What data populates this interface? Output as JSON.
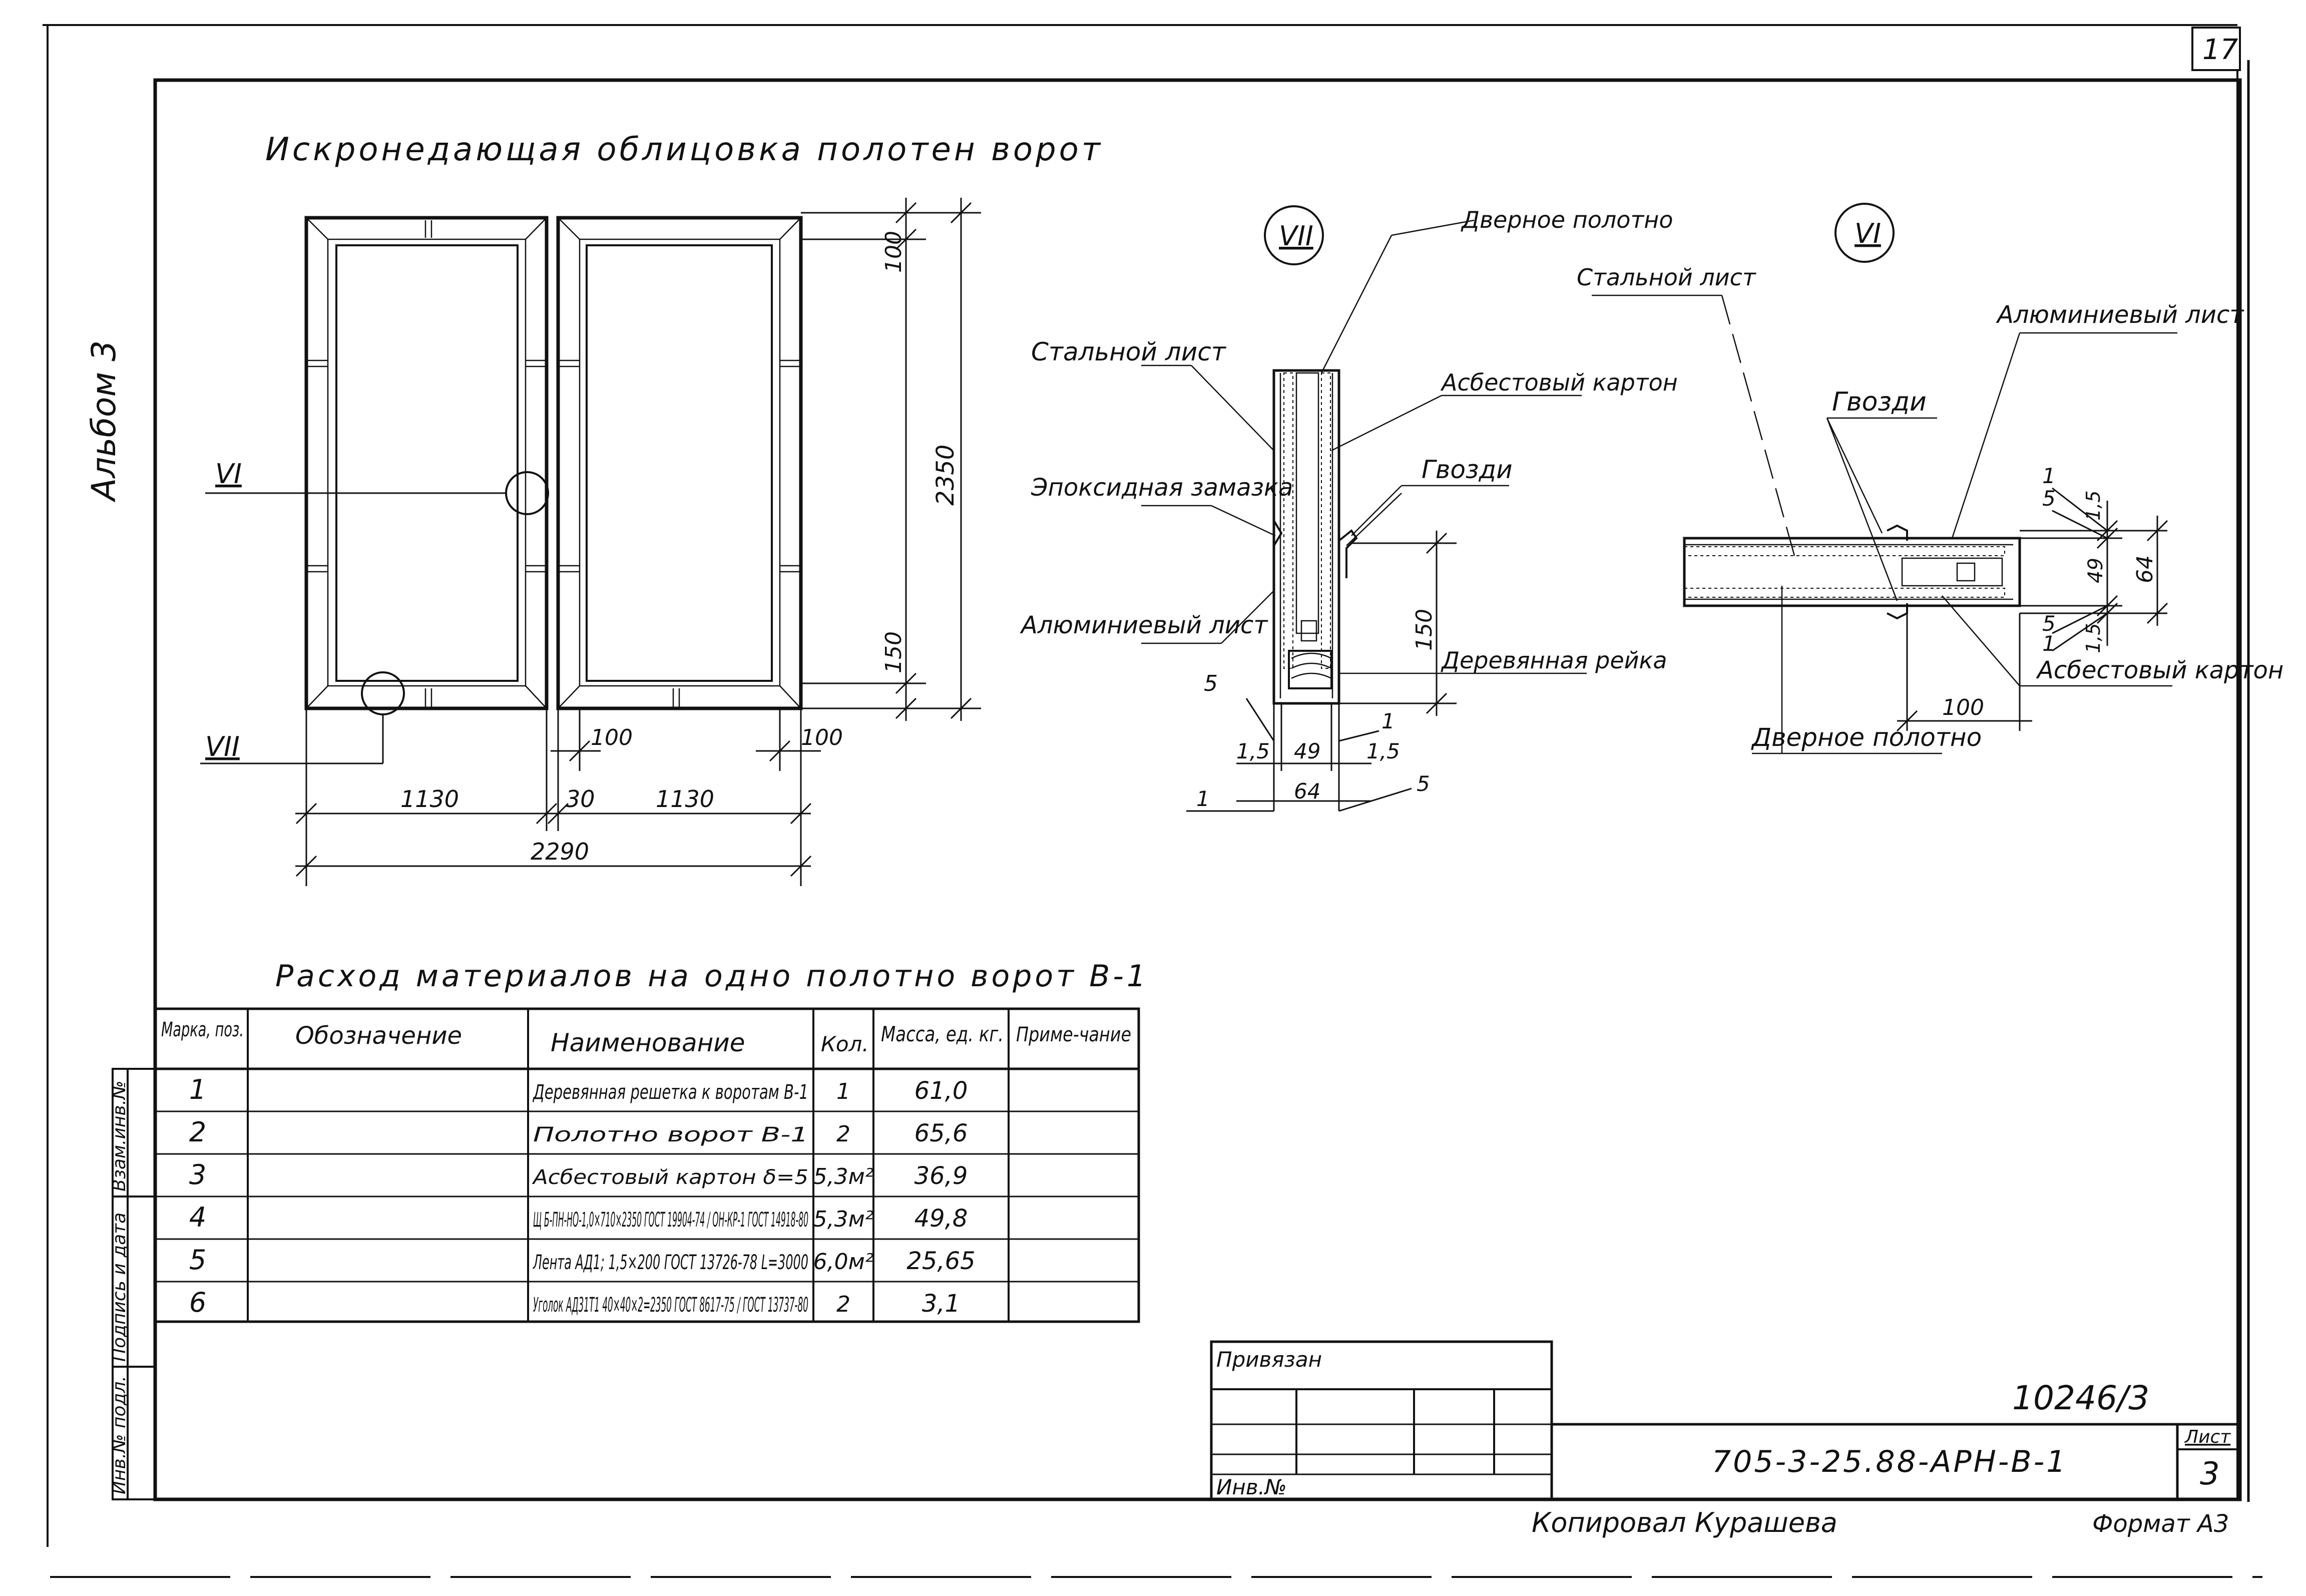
{
  "sheet": {
    "page_number": "17",
    "album_label": "Альбом 3",
    "drawing_title": "Искронедающая облицовка полотен ворот",
    "table_title": "Расход материалов на одно полотно ворот В-1"
  },
  "elevation": {
    "dims": {
      "top": "100",
      "height": "2350",
      "bottom": "150",
      "gap": "100",
      "right": "100",
      "leaf_left": "1130",
      "mid": "30",
      "leaf_right": "1130",
      "total": "2290"
    },
    "callouts": {
      "vi": "VI",
      "vii": "VII"
    }
  },
  "detail_vii": {
    "marker": "VII",
    "labels": {
      "door_leaf": "Дверное полотно",
      "steel_sheet": "Стальной лист",
      "asbestos": "Асбестовый картон",
      "nails": "Гвозди",
      "epoxy": "Эпоксидная замазка",
      "aluminium": "Алюминиевый лист",
      "wood_rail": "Деревянная рейка"
    },
    "dims": {
      "d150": "150",
      "d5a": "5",
      "d15a": "1,5",
      "d49": "49",
      "d1a": "1",
      "d15b": "1,5",
      "d1b": "1",
      "d64": "64",
      "d5b": "5"
    }
  },
  "detail_vi": {
    "marker": "VI",
    "labels": {
      "steel_sheet": "Стальной лист",
      "aluminium": "Алюминиевый лист",
      "nails": "Гвозди",
      "asbestos": "Асбестовый картон",
      "door_leaf": "Дверное полотно"
    },
    "dims": {
      "d1a": "1",
      "d5a": "5",
      "d15a": "1,5",
      "d49": "49",
      "d64": "64",
      "d5b": "5",
      "d1b": "1",
      "d15b": "1,5",
      "d100": "100"
    }
  },
  "materials_table": {
    "headers": [
      "Марка, поз.",
      "Обозначение",
      "Наименование",
      "Кол.",
      "Масса, ед. кг.",
      "Приме-чание"
    ],
    "rows": [
      {
        "pos": "1",
        "designation": "",
        "name": "Деревянная решетка к воротам В-1",
        "qty": "1",
        "mass": "61,0",
        "note": ""
      },
      {
        "pos": "2",
        "designation": "",
        "name": "Полотно ворот В-1",
        "qty": "2",
        "mass": "65,6",
        "note": ""
      },
      {
        "pos": "3",
        "designation": "",
        "name": "Асбестовый картон δ=5",
        "qty": "5,3м²",
        "mass": "36,9",
        "note": ""
      },
      {
        "pos": "4",
        "designation": "",
        "name": "Щ Б-ПН-НО-1,0×710×2350 ГОСТ 19904-74 / ОН-КР-1 ГОСТ 14918-80",
        "qty": "5,3м²",
        "mass": "49,8",
        "note": ""
      },
      {
        "pos": "5",
        "designation": "",
        "name": "Лента АД1; 1,5×200 ГОСТ 13726-78 L=3000",
        "qty": "6,0м²",
        "mass": "25,65",
        "note": ""
      },
      {
        "pos": "6",
        "designation": "",
        "name": "Уголок АД31Т1 40×40×2=2350 ГОСТ 8617-75 / ГОСТ 13737-80",
        "qty": "2",
        "mass": "3,1",
        "note": ""
      }
    ]
  },
  "side_stamp": [
    "Взам.инв.№",
    "Подпись и дата",
    "Инв.№ подл."
  ],
  "title_block": {
    "privyazan": "Привязан",
    "inv_no": "Инв.№",
    "archive_no": "10246/3",
    "doc_code": "705-3-25.88-АРН-В-1",
    "sheet_label": "Лист",
    "sheet_no": "3",
    "copied_by": "Копировал Курашева",
    "format": "Формат А3"
  }
}
